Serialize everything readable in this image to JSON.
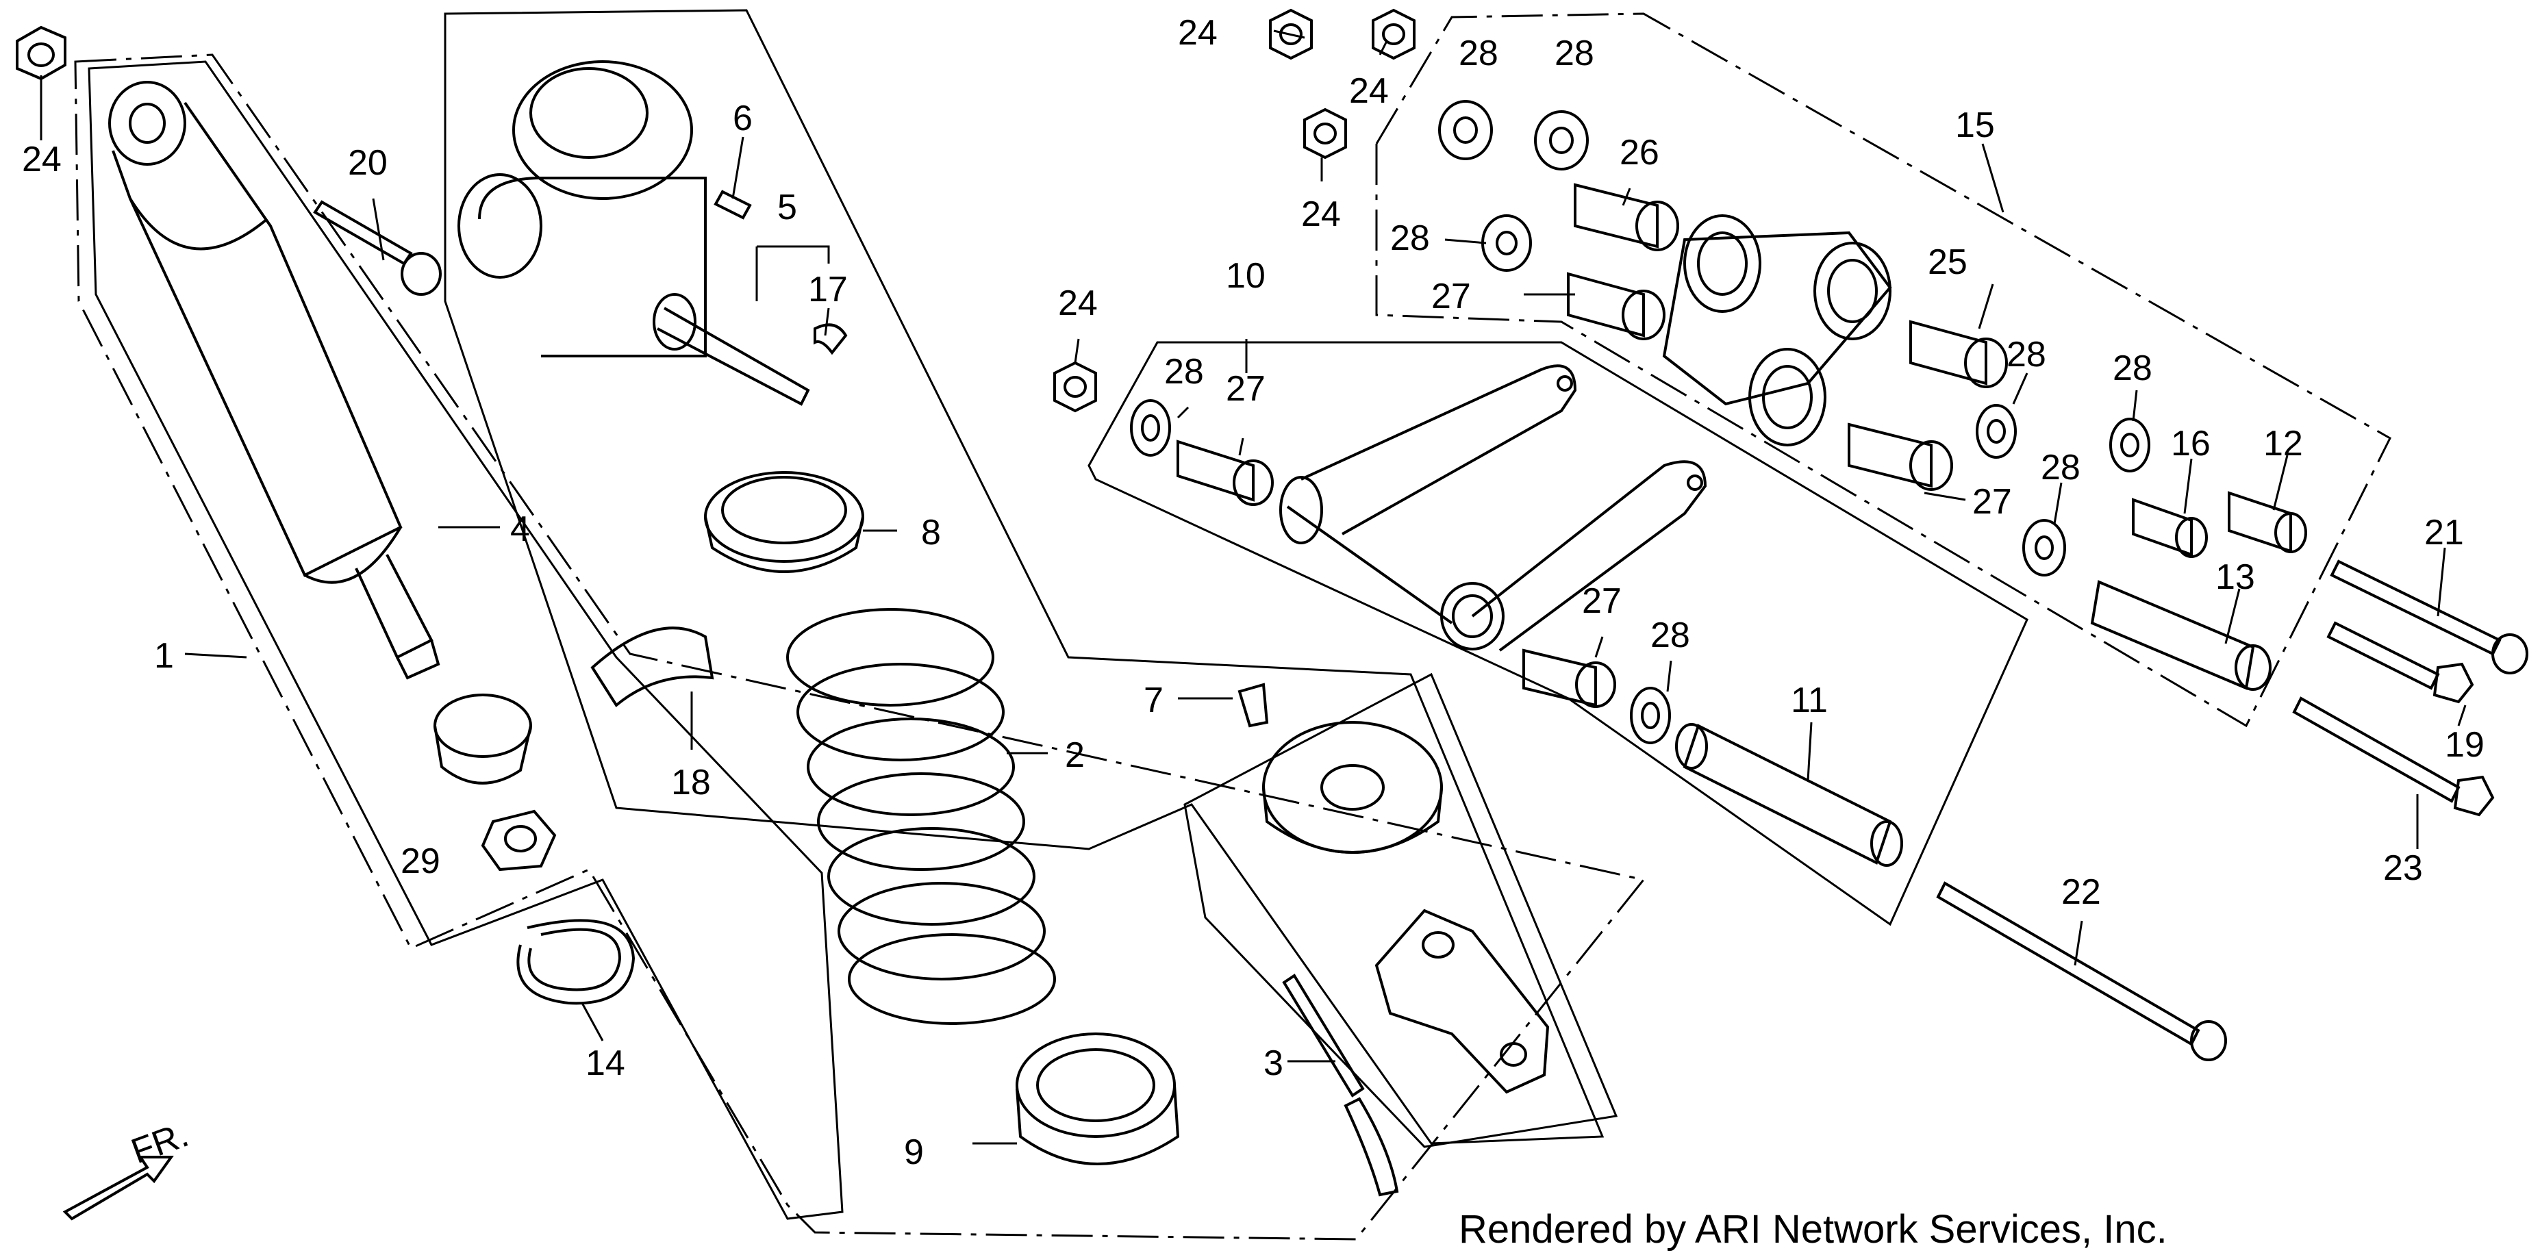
{
  "credit": "Rendered by ARI Network Services, Inc.",
  "direction_label": "FR.",
  "callouts": {
    "c1": "1",
    "c2": "2",
    "c3": "3",
    "c4": "4",
    "c5": "5",
    "c6": "6",
    "c7": "7",
    "c8": "8",
    "c9": "9",
    "c10": "10",
    "c11": "11",
    "c12": "12",
    "c13": "13",
    "c14": "14",
    "c15": "15",
    "c16": "16",
    "c17": "17",
    "c18": "18",
    "c19": "19",
    "c20": "20",
    "c21": "21",
    "c22": "22",
    "c23": "23",
    "c24": "24",
    "c25": "25",
    "c26": "26",
    "c27": "27",
    "c28": "28",
    "c29": "29"
  }
}
